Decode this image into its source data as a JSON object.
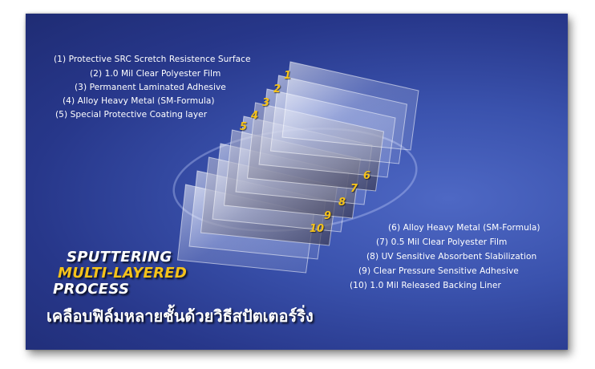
{
  "top_labels": [
    "(1) Protective SRC Scretch Resistence Surface",
    "(2) 1.0 Mil Clear Polyester Film",
    "(3) Permanent Laminated Adhesive",
    "(4) Alloy Heavy Metal (SM-Formula)",
    "(5) Special Protective Coating layer"
  ],
  "bottom_labels": [
    "(6) Alloy Heavy Metal (SM-Formula)",
    "(7) 0.5 Mil Clear Polyester Film",
    "(8) UV Sensitive Absorbent Slabilization",
    "(9) Clear Pressure Sensitive Adhesive",
    "(10) 1.0 Mil Released Backing Liner"
  ],
  "layer_numbers": [
    "1",
    "2",
    "3",
    "4",
    "5",
    "6",
    "7",
    "8",
    "9",
    "10"
  ],
  "title": {
    "line1": "SPUTTERING",
    "line2": "MULTI-LAYERED",
    "line3": "PROCESS"
  },
  "thai_caption": "เคลือบฟิล์มหลายชั้นด้วยวิธีสปัตเตอร์ริ่ง",
  "colors": {
    "background_dark": "#1f2c74",
    "background_light": "#4e68c4",
    "number_color": "#f5c21a",
    "title_yellow": "#f5c21a",
    "title_white": "#ffffff"
  }
}
